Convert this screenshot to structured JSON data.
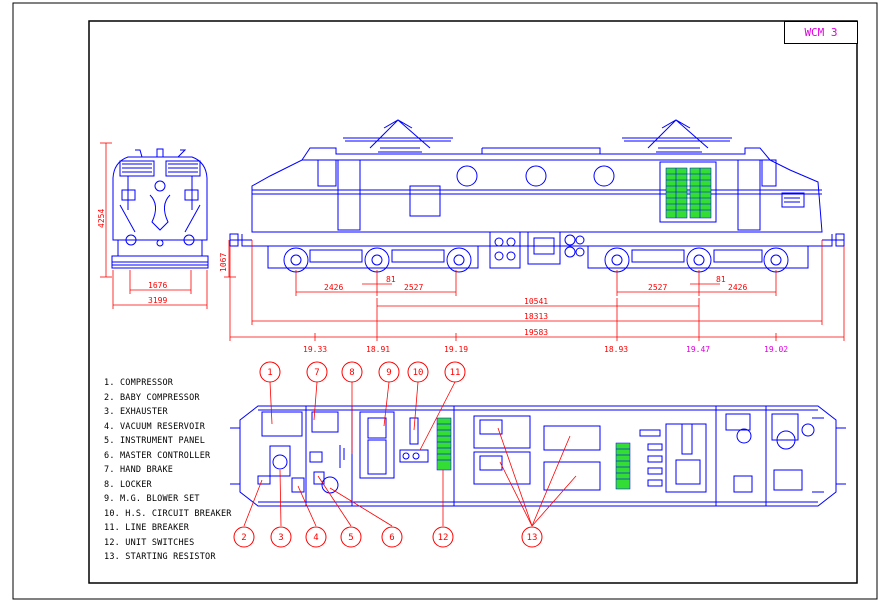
{
  "drawing": {
    "title": "WCM 3",
    "colors": {
      "outline": "#0000ff",
      "dimension": "#ff0000",
      "callout": "#ff0000",
      "highlight": "#33dd33",
      "title": "#e000e0",
      "frame": "#000000"
    }
  },
  "dimensions": {
    "front_height": "4254",
    "front_wheel_base": "1067",
    "front_width_inner": "1676",
    "front_width_outer": "3199",
    "bogie_left_a": "2426",
    "bogie_left_b": "2527",
    "bogie_left_c": "81",
    "bogie_right_a": "2527",
    "bogie_right_b": "2426",
    "bogie_right_c": "81",
    "centers": "10541",
    "over_body": "18313",
    "over_buffers": "19583"
  },
  "axle_loads": [
    {
      "value": "19.33",
      "color": "#ff0000"
    },
    {
      "value": "18.91",
      "color": "#ff0000"
    },
    {
      "value": "19.19",
      "color": "#ff0000"
    },
    {
      "value": "18.93",
      "color": "#ff0000"
    },
    {
      "value": "19.47",
      "color": "#e000e0"
    },
    {
      "value": "19.02",
      "color": "#e000e0"
    }
  ],
  "legend": [
    "1. COMPRESSOR",
    "2. BABY COMPRESSOR",
    "3. EXHAUSTER",
    "4. VACUUM RESERVOIR",
    "5. INSTRUMENT PANEL",
    "6. MASTER CONTROLLER",
    "7. HAND BRAKE",
    "8. LOCKER",
    "9. M.G. BLOWER SET",
    "10. H.S. CIRCUIT BREAKER",
    "11. LINE BREAKER",
    "12. UNIT SWITCHES",
    "13. STARTING RESISTOR"
  ],
  "callouts_top": [
    "1",
    "7",
    "8",
    "9",
    "10",
    "11"
  ],
  "callouts_bottom": [
    "2",
    "3",
    "4",
    "5",
    "6",
    "12",
    "13"
  ]
}
